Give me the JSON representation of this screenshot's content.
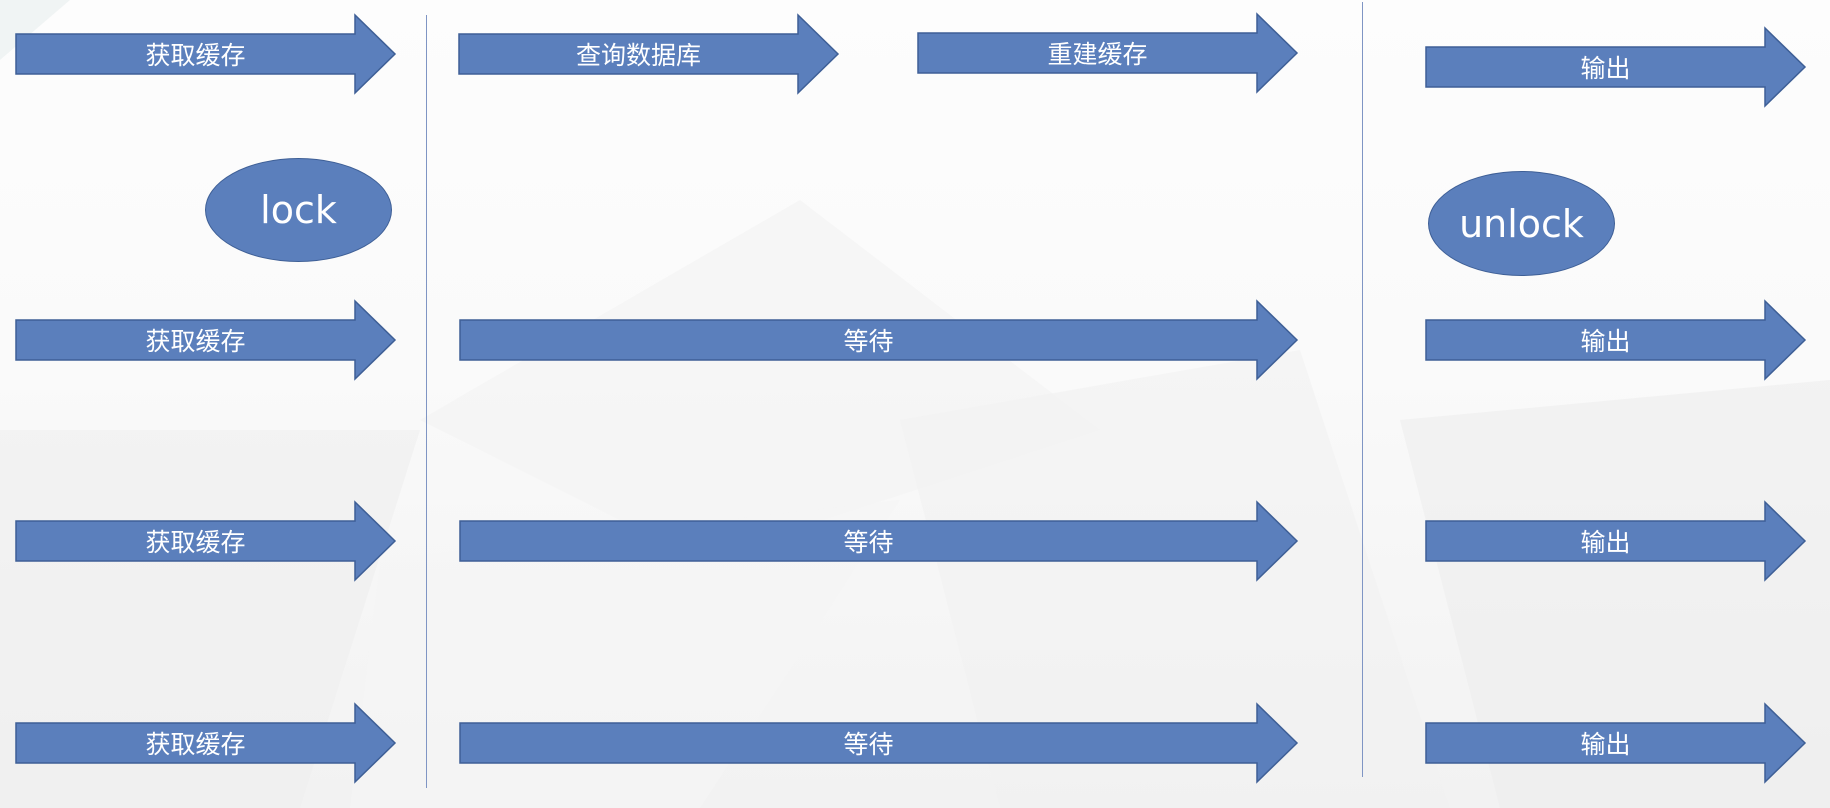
{
  "colors": {
    "shape_fill": "#5b7fbc",
    "shape_stroke": "#3e5f96",
    "label_text": "#ffffff",
    "divider": "#7f95c4"
  },
  "row1": {
    "step1": "获取缓存",
    "step2": "查询数据库",
    "step3": "重建缓存",
    "step4": "输出"
  },
  "row2": {
    "step1": "获取缓存",
    "step2": "等待",
    "step3": "输出"
  },
  "row3": {
    "step1": "获取缓存",
    "step2": "等待",
    "step3": "输出"
  },
  "row4": {
    "step1": "获取缓存",
    "step2": "等待",
    "step3": "输出"
  },
  "lock_label": "lock",
  "unlock_label": "unlock"
}
